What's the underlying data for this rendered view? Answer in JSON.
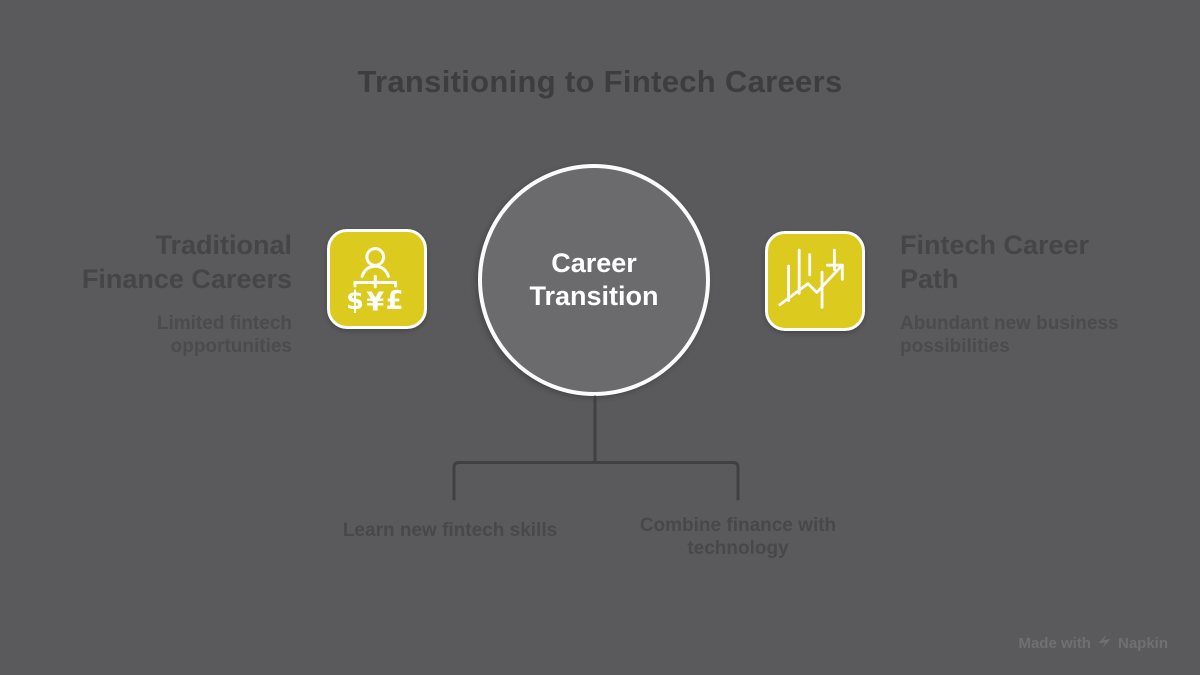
{
  "title": "Transitioning to Fintech Careers",
  "center_node": {
    "label": "Career Transition"
  },
  "left_node": {
    "heading": "Traditional Finance Careers",
    "description": "Limited fintech opportunities",
    "icon": "person-currency-icon"
  },
  "right_node": {
    "heading": "Fintech Career Path",
    "description": "Abundant new business possibilities",
    "icon": "growth-chart-icon"
  },
  "branches": [
    {
      "label": "Learn new fintech skills"
    },
    {
      "label": "Combine finance with technology"
    }
  ],
  "watermark": {
    "prefix": "Made with",
    "brand": "Napkin",
    "logo": "napkin-logo-icon"
  },
  "colors": {
    "background": "#5a5a5c",
    "title_text": "#3d3d3f",
    "heading_text": "#454547",
    "subtext": "#4b4b4d",
    "branch_text": "#48484a",
    "connector_line": "#404042",
    "accent": "#dcca1e",
    "circle_fill": "#6b6b6d",
    "circle_border": "#fbfbfb",
    "icon_stroke": "#ffffff",
    "watermark_text": "#707072"
  }
}
